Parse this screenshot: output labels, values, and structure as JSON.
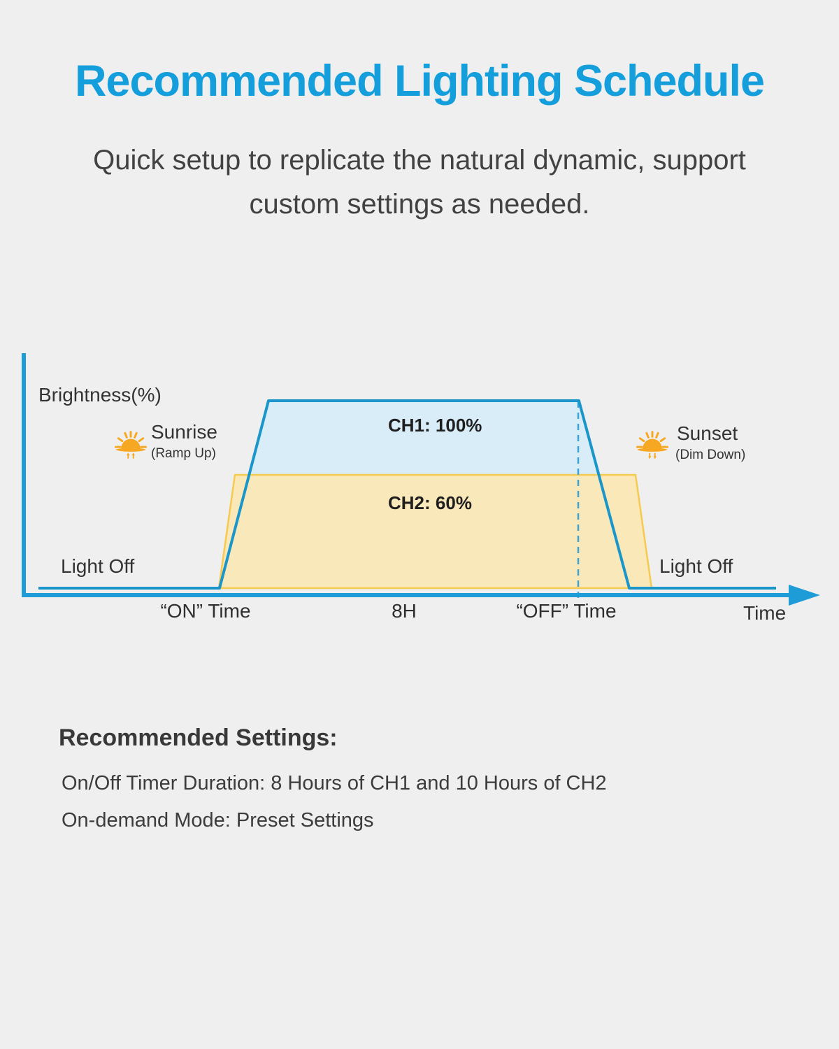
{
  "header": {
    "title": "Recommended Lighting Schedule",
    "subtitle_line1": "Quick setup to replicate the natural dynamic, support",
    "subtitle_line2": "custom settings as needed."
  },
  "chart": {
    "sunrise_label": "Sunrise",
    "sunrise_sublabel": "(Ramp Up)",
    "sunset_label": "Sunset",
    "sunset_sublabel": "(Dim Down)",
    "light_off_left": "Light Off",
    "light_off_right": "Light Off"
  },
  "chart_data": {
    "type": "area",
    "title": "Recommended Lighting Schedule",
    "xlabel": "Time",
    "ylabel": "Brightness(%)",
    "x_ticks": [
      "“ON” Time",
      "8H",
      "“OFF” Time"
    ],
    "ylim": [
      0,
      100
    ],
    "grid": false,
    "series": [
      {
        "name": "CH1",
        "label": "CH1: 100%",
        "peak_brightness_pct": 100,
        "on_duration_hours": 8,
        "line_color": "#1B96CA",
        "fill_color": "#D9EDF8",
        "profile": [
          {
            "x": "start",
            "y": 0
          },
          {
            "x": "“ON” Time",
            "y": 0
          },
          {
            "x": "sunrise ramp end",
            "y": 100
          },
          {
            "x": "“OFF” Time",
            "y": 100
          },
          {
            "x": "sunset dim end",
            "y": 0
          },
          {
            "x": "end",
            "y": 0
          }
        ]
      },
      {
        "name": "CH2",
        "label": "CH2: 60%",
        "peak_brightness_pct": 60,
        "on_duration_hours": 10,
        "line_color": "#F6C94F",
        "fill_color": "#FBE7B4",
        "profile": [
          {
            "x": "“ON” Time",
            "y": 0
          },
          {
            "x": "sunrise ramp end",
            "y": 60
          },
          {
            "x": "sunset dim start",
            "y": 60
          },
          {
            "x": "sunset dim end",
            "y": 0
          }
        ]
      }
    ],
    "annotations": [
      "Sunrise (Ramp Up)",
      "Sunset (Dim Down)",
      "Light Off (before ON time)",
      "Light Off (after OFF time)",
      "8H plateau between ON and OFF"
    ],
    "legend_position": "inside-areas"
  },
  "settings": {
    "heading": "Recommended Settings:",
    "line1": "On/Off Timer Duration: 8 Hours of CH1 and 10 Hours of CH2",
    "line2": "On-demand Mode: Preset Settings"
  },
  "colors": {
    "background": "#EFEFEF",
    "title_blue": "#149EDC",
    "axis_blue": "#1E9CD7",
    "ch1_line": "#1B96CA",
    "ch1_fill": "#D9EDF8",
    "ch2_line": "#F6C94F",
    "ch2_fill": "#FBE7B4",
    "dashed_line": "#3BA4D4",
    "sun_orange": "#F7A823",
    "text_dark": "#3A3A3A"
  }
}
